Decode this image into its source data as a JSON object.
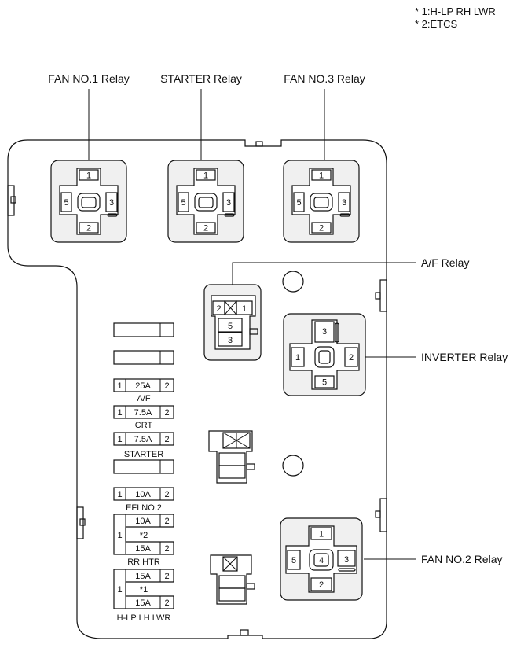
{
  "notes": [
    "* 1:H-LP RH LWR",
    "* 2:ETCS"
  ],
  "relays": {
    "fan1": {
      "label": "FAN NO.1 Relay",
      "pins": [
        "1",
        "5",
        "3",
        "2"
      ]
    },
    "starter": {
      "label": "STARTER Relay",
      "pins": [
        "1",
        "5",
        "3",
        "2"
      ]
    },
    "fan3": {
      "label": "FAN NO.3 Relay",
      "pins": [
        "1",
        "5",
        "3",
        "2"
      ]
    },
    "af": {
      "label": "A/F Relay",
      "pins": [
        "2",
        "1",
        "5",
        "3"
      ]
    },
    "inverter": {
      "label": "INVERTER Relay",
      "pins": [
        "3",
        "1",
        "2",
        "5"
      ]
    },
    "fan2": {
      "label": "FAN NO.2 Relay",
      "pins": [
        "1",
        "5",
        "4",
        "3",
        "2"
      ]
    }
  },
  "fuses": [
    {
      "left": "1",
      "amp": "25A",
      "right": "2",
      "name": "A/F"
    },
    {
      "left": "1",
      "amp": "7.5A",
      "right": "2",
      "name": "CRT"
    },
    {
      "left": "1",
      "amp": "7.5A",
      "right": "2",
      "name": "STARTER"
    },
    {
      "left": "1",
      "amp": "10A",
      "right": "2",
      "name": "EFI NO.2"
    }
  ],
  "dual_fuses": [
    {
      "left": "1",
      "top_amp": "10A",
      "top_right": "2",
      "mid": "*2",
      "bottom_amp": "15A",
      "bottom_right": "2",
      "name": "RR HTR"
    },
    {
      "left": "1",
      "top_amp": "15A",
      "top_right": "2",
      "mid": "*1",
      "bottom_amp": "15A",
      "bottom_right": "2",
      "name": "H-LP LH LWR"
    }
  ]
}
